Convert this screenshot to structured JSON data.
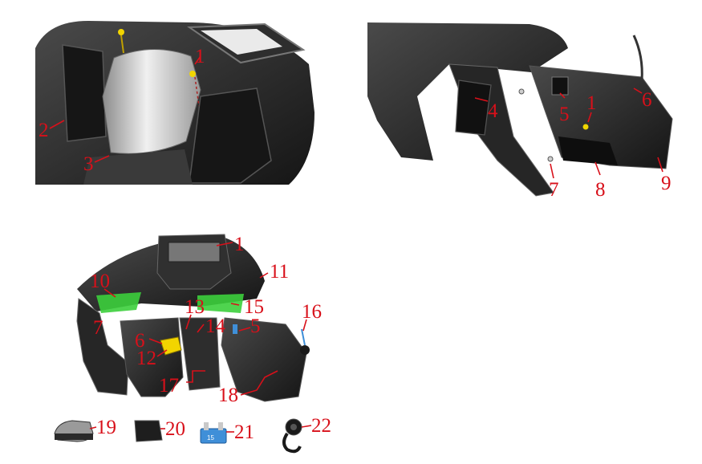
{
  "panel_a": {
    "callouts": [
      "1",
      "2",
      "3"
    ]
  },
  "panel_b": {
    "callouts": [
      "4",
      "5",
      "1",
      "6",
      "7",
      "8",
      "9"
    ]
  },
  "panel_c": {
    "callouts": [
      "1",
      "10",
      "11",
      "13",
      "15",
      "16",
      "7",
      "6",
      "14",
      "5",
      "12",
      "17",
      "18"
    ]
  },
  "parts_row": {
    "callouts": [
      "19",
      "20",
      "21",
      "22"
    ],
    "fuse_label": "15"
  },
  "colors": {
    "callout": "#d8101a",
    "part_dark": "#2a2a2a",
    "panel_silver": "#d9d9d9",
    "highlight_green": "#3ccf3c",
    "fastener_yellow": "#f2d500",
    "fuse_blue": "#3f8fd8"
  }
}
